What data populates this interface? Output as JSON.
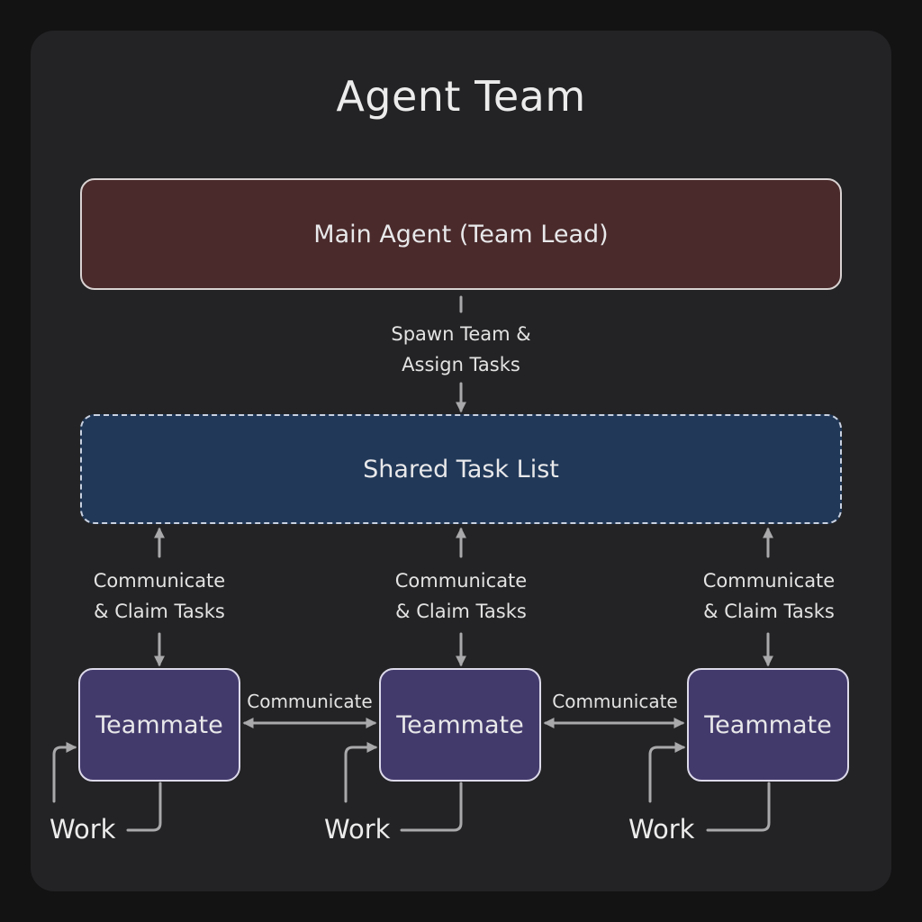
{
  "title": "Agent Team",
  "lead": {
    "label": "Main Agent (Team Lead)"
  },
  "spawn_label": [
    "Spawn Team &",
    "Assign Tasks"
  ],
  "task_list": {
    "label": "Shared Task List"
  },
  "claim_label": [
    "Communicate",
    "& Claim Tasks"
  ],
  "teammates": [
    {
      "label": "Teammate",
      "work": "Work"
    },
    {
      "label": "Teammate",
      "work": "Work"
    },
    {
      "label": "Teammate",
      "work": "Work"
    }
  ],
  "peer_label": "Communicate",
  "colors": {
    "background": "#131314",
    "panel": "#232325",
    "lead_fill": "#4a2a2b",
    "task_list_fill": "#213858",
    "teammate_fill": "#433a6c",
    "arrow": "#a9a9ab"
  }
}
